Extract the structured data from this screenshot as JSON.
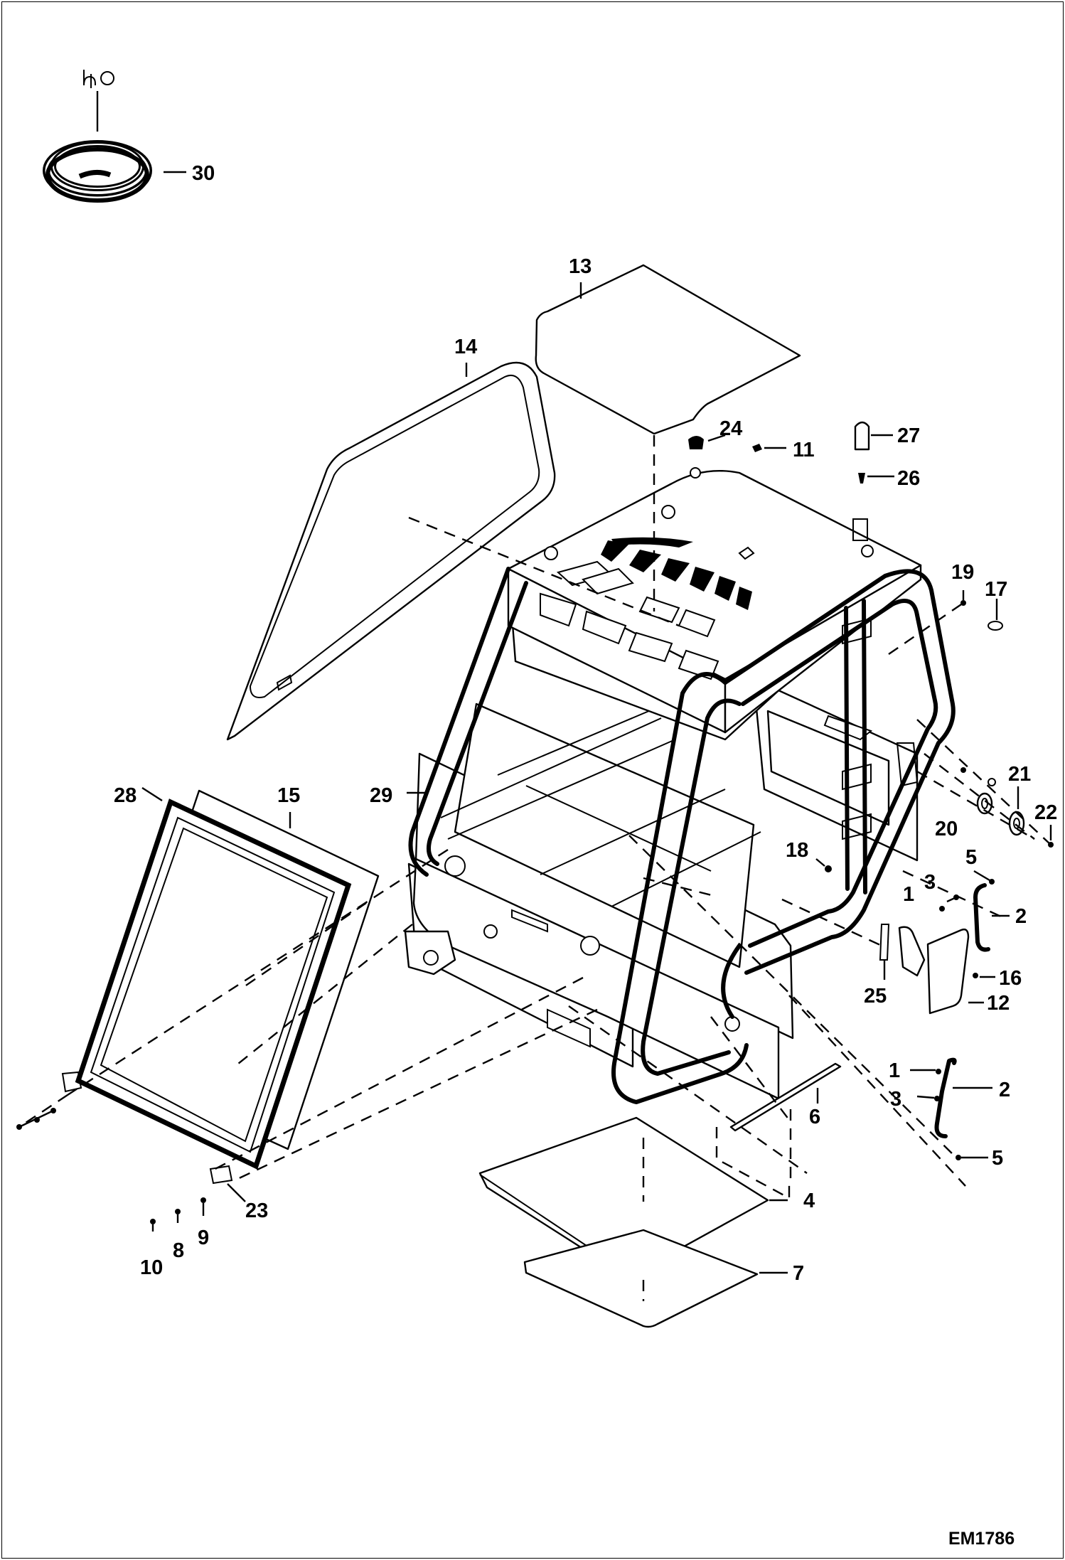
{
  "diagram": {
    "drawing_code": "EM1786",
    "callouts": [
      {
        "id": "c1a",
        "label": "1"
      },
      {
        "id": "c1b",
        "label": "1"
      },
      {
        "id": "c2a",
        "label": "2"
      },
      {
        "id": "c2b",
        "label": "2"
      },
      {
        "id": "c3a",
        "label": "3"
      },
      {
        "id": "c3b",
        "label": "3"
      },
      {
        "id": "c4",
        "label": "4"
      },
      {
        "id": "c5a",
        "label": "5"
      },
      {
        "id": "c5b",
        "label": "5"
      },
      {
        "id": "c6",
        "label": "6"
      },
      {
        "id": "c7",
        "label": "7"
      },
      {
        "id": "c8",
        "label": "8"
      },
      {
        "id": "c9",
        "label": "9"
      },
      {
        "id": "c10",
        "label": "10"
      },
      {
        "id": "c11",
        "label": "11"
      },
      {
        "id": "c12",
        "label": "12"
      },
      {
        "id": "c13",
        "label": "13"
      },
      {
        "id": "c14",
        "label": "14"
      },
      {
        "id": "c15",
        "label": "15"
      },
      {
        "id": "c16",
        "label": "16"
      },
      {
        "id": "c17",
        "label": "17"
      },
      {
        "id": "c18",
        "label": "18"
      },
      {
        "id": "c19",
        "label": "19"
      },
      {
        "id": "c20",
        "label": "20"
      },
      {
        "id": "c21",
        "label": "21"
      },
      {
        "id": "c22",
        "label": "22"
      },
      {
        "id": "c23",
        "label": "23"
      },
      {
        "id": "c24",
        "label": "24"
      },
      {
        "id": "c25",
        "label": "25"
      },
      {
        "id": "c26",
        "label": "26"
      },
      {
        "id": "c27",
        "label": "27"
      },
      {
        "id": "c28",
        "label": "28"
      },
      {
        "id": "c29",
        "label": "29"
      },
      {
        "id": "c30",
        "label": "30"
      }
    ]
  }
}
